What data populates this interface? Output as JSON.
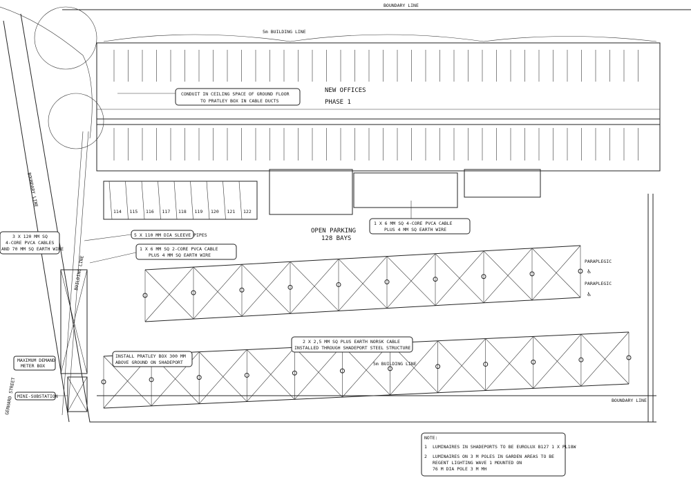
{
  "drawing": {
    "top_boundary": "BOUNDARY LINE",
    "building_line_top": "5m BUILDING LINE",
    "building_name": "NEW OFFICES",
    "phase": "PHASE 1",
    "conduit_note": [
      "CONDUIT IN CEILING SPACE OF GROUND FLOOR",
      "TO PRATLEY BOX IN CABLE DUCTS"
    ],
    "parking": [
      "OPEN PARKING",
      "128 BAYS"
    ],
    "cable_4core": [
      "1 X 6 MM SQ 4-CORE PVCA CABLE",
      "PLUS 4 MM SQ EARTH WIRE"
    ],
    "sleeve_pipes": "5 X 110 MM DIA SLEEVE PIPES",
    "cable_2core": [
      "1 X 6 MM SQ 2-CORE PVCA CABLE",
      "PLUS 4 MM SQ EARTH WIRE"
    ],
    "main_cables": [
      "3 X 120 MM SQ",
      "4-CORE PVCA CABLES",
      "AND 70 MM SQ EARTH WIRE"
    ],
    "pratley_box": [
      "INSTALL PRATLEY BOX 300 MM",
      "ABOVE GROUND ON SHADEPORT"
    ],
    "norsk_cable": [
      "2 X 2,5 MM SQ PLUS EARTH NORSK CABLE",
      "INSTALLED THROUGH SHADEPORT STEEL STRUCTURE"
    ],
    "meter_box": [
      "MAXIMUM DEMAND",
      "METER BOX"
    ],
    "substation": "MINI-SUBSTATION",
    "street": "GERHARD STREET",
    "boundary_left": "BOUNDARY LINE",
    "building_line_left": "BUILDING LINE",
    "building_line_bottom": "5m BUILDING LINE",
    "boundary_bottom": "BOUNDARY LINE",
    "paraplegic": [
      "PARAPLEGIC",
      "PARAPLEGIC"
    ],
    "bay_numbers": [
      "114",
      "115",
      "116",
      "117",
      "118",
      "119",
      "120",
      "121",
      "122"
    ],
    "notes": {
      "title": "NOTE:",
      "items": [
        {
          "num": "1",
          "lines": [
            "LUMINAIRES IN SHADEPORTS TO BE EUROLUX B127 1 X PL18W"
          ]
        },
        {
          "num": "2",
          "lines": [
            "LUMINAIRES ON 3 M POLES IN GARDEN AREAS TO BE",
            "REGENT LIGHTING WAVE 1 MOUNTED ON",
            "76 M DIA POLE 3 M MH"
          ]
        }
      ]
    }
  }
}
